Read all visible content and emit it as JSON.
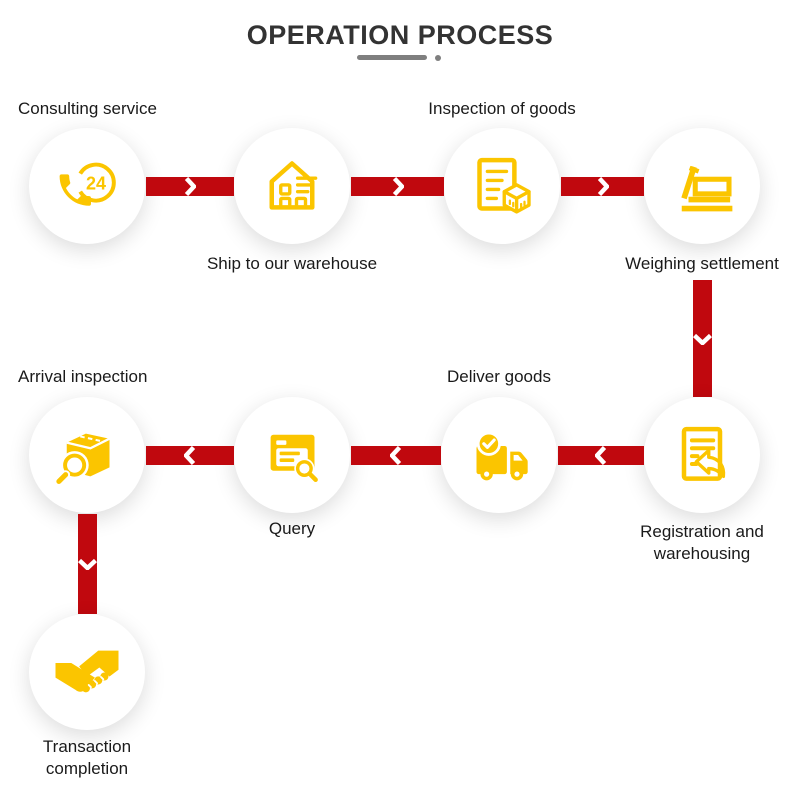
{
  "title": "OPERATION PROCESS",
  "colors": {
    "arrow_red": "#c0080e",
    "icon_yellow": "#fbc500",
    "title_color": "#333333",
    "label_color": "#1a1a1a",
    "underline_gray": "#7f7f7f"
  },
  "steps": [
    {
      "id": 1,
      "label": "Consulting service",
      "icon": "phone-24-icon",
      "badge": "24"
    },
    {
      "id": 2,
      "label": "Ship to our warehouse",
      "icon": "warehouse-house-icon"
    },
    {
      "id": 3,
      "label": "Inspection of goods",
      "icon": "document-cube-icon"
    },
    {
      "id": 4,
      "label": "Weighing settlement",
      "icon": "weighbridge-scale-icon"
    },
    {
      "id": 5,
      "label": "Registration and warehousing",
      "icon": "document-return-arrow-icon"
    },
    {
      "id": 6,
      "label": "Deliver goods",
      "icon": "delivery-truck-check-icon"
    },
    {
      "id": 7,
      "label": "Query",
      "icon": "window-magnifier-icon"
    },
    {
      "id": 8,
      "label": "Arrival inspection",
      "icon": "package-magnifier-icon"
    },
    {
      "id": 9,
      "label": "Transaction completion",
      "icon": "handshake-icon"
    }
  ],
  "connectors": [
    {
      "from": 1,
      "to": 2,
      "direction": "right"
    },
    {
      "from": 2,
      "to": 3,
      "direction": "right"
    },
    {
      "from": 3,
      "to": 4,
      "direction": "right"
    },
    {
      "from": 4,
      "to": 5,
      "direction": "down"
    },
    {
      "from": 5,
      "to": 6,
      "direction": "left"
    },
    {
      "from": 6,
      "to": 7,
      "direction": "left"
    },
    {
      "from": 7,
      "to": 8,
      "direction": "left"
    },
    {
      "from": 8,
      "to": 9,
      "direction": "down"
    }
  ]
}
